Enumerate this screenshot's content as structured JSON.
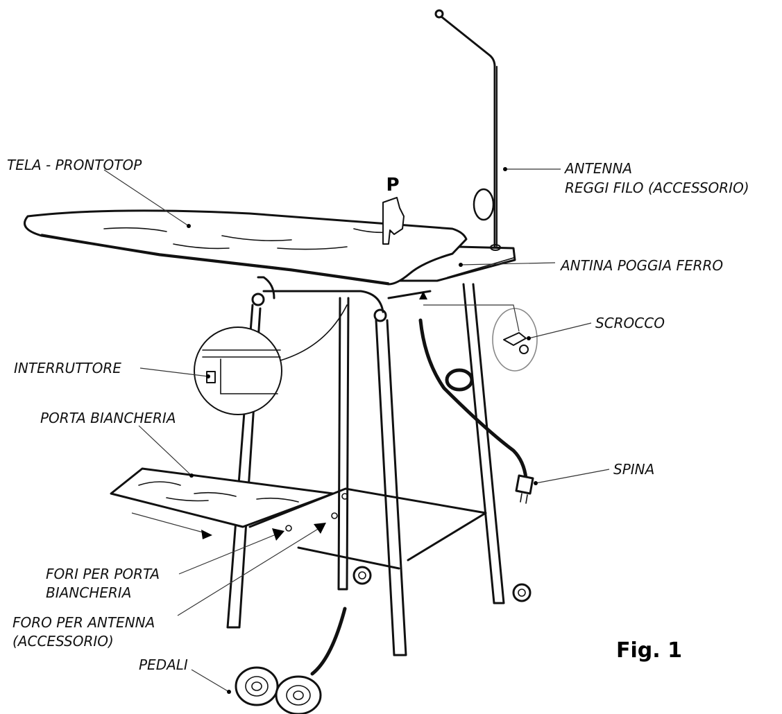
{
  "figure_label": "Fig. 1",
  "press_marker": "P",
  "labels": {
    "tela_prontotop": "TELA - PRONTOTOP",
    "antenna_line1": "ANTENNA",
    "antenna_line2": "REGGI FILO (ACCESSORIO)",
    "antina_poggia_ferro": "ANTINA POGGIA FERRO",
    "scrocco": "SCROCCO",
    "interruttore": "INTERRUTTORE",
    "porta_biancheria": "PORTA BIANCHERIA",
    "spina": "SPINA",
    "fori_line1": "FORI PER PORTA",
    "fori_line2": "BIANCHERIA",
    "foro_line1": "FORO PER ANTENNA",
    "foro_line2": "(ACCESSORIO)",
    "pedali": "PEDALI"
  }
}
